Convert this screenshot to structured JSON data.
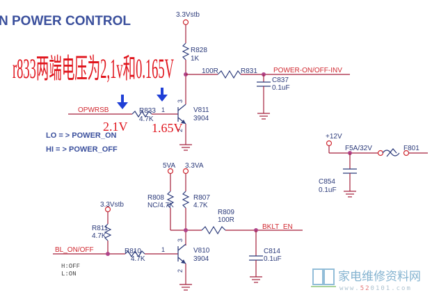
{
  "title": "N POWER CONTROL",
  "annotation": {
    "main": "r833两端电压为2,1v和0.165V",
    "left_voltage": "2.1V",
    "right_voltage": "1.65V",
    "arrow_color": "#1f3fd6",
    "text_color": "#e0141c"
  },
  "circuit1": {
    "supply": "3.3Vstb",
    "r828": {
      "ref": "R828",
      "value": "1K"
    },
    "r831": {
      "ref": "R831",
      "value": "100R"
    },
    "c837": {
      "ref": "C837",
      "value": "0.1uF"
    },
    "output_net": "POWER-ON/OFF-INV",
    "input_net": "OPWRSB",
    "r833": {
      "ref": "R833",
      "value": "4.7K"
    },
    "transistor": {
      "ref": "V811",
      "part": "3904",
      "pin_base": "1",
      "pin_collector": "3",
      "pin_emitter": "2"
    },
    "logic_lo": "LO = > POWER_ON",
    "logic_hi": "HI  = > POWER_OFF"
  },
  "circuit2": {
    "supply": "+12V",
    "fuse": {
      "ref": "F801",
      "value": "F5A/32V"
    },
    "c854": {
      "ref": "C854",
      "value": "0.1uF"
    }
  },
  "circuit3": {
    "supply_5v": "5VA",
    "supply_33": "3.3VA",
    "supply_stb": "3.3Vstb",
    "r808": {
      "ref": "R808",
      "value": "NC/4.7K"
    },
    "r807": {
      "ref": "R807",
      "value": "4.7K"
    },
    "r809": {
      "ref": "R809",
      "value": "100R"
    },
    "r811": {
      "ref": "R811",
      "value": "4.7K"
    },
    "r810": {
      "ref": "R810",
      "value": "4.7K"
    },
    "c814": {
      "ref": "C814",
      "value": "0.1uF"
    },
    "output_net": "BKLT_EN",
    "input_net": "BL_ON/OFF",
    "transistor": {
      "ref": "V810",
      "part": "3904",
      "pin_base": "1",
      "pin_collector": "3",
      "pin_emitter": "2"
    },
    "state_h": "H:OFF",
    "state_l": "L:ON"
  },
  "watermark": {
    "text": "家电维修资料网",
    "url_prefix": "www.",
    "url_highlight": "52",
    "url_rest": "0101.com"
  }
}
